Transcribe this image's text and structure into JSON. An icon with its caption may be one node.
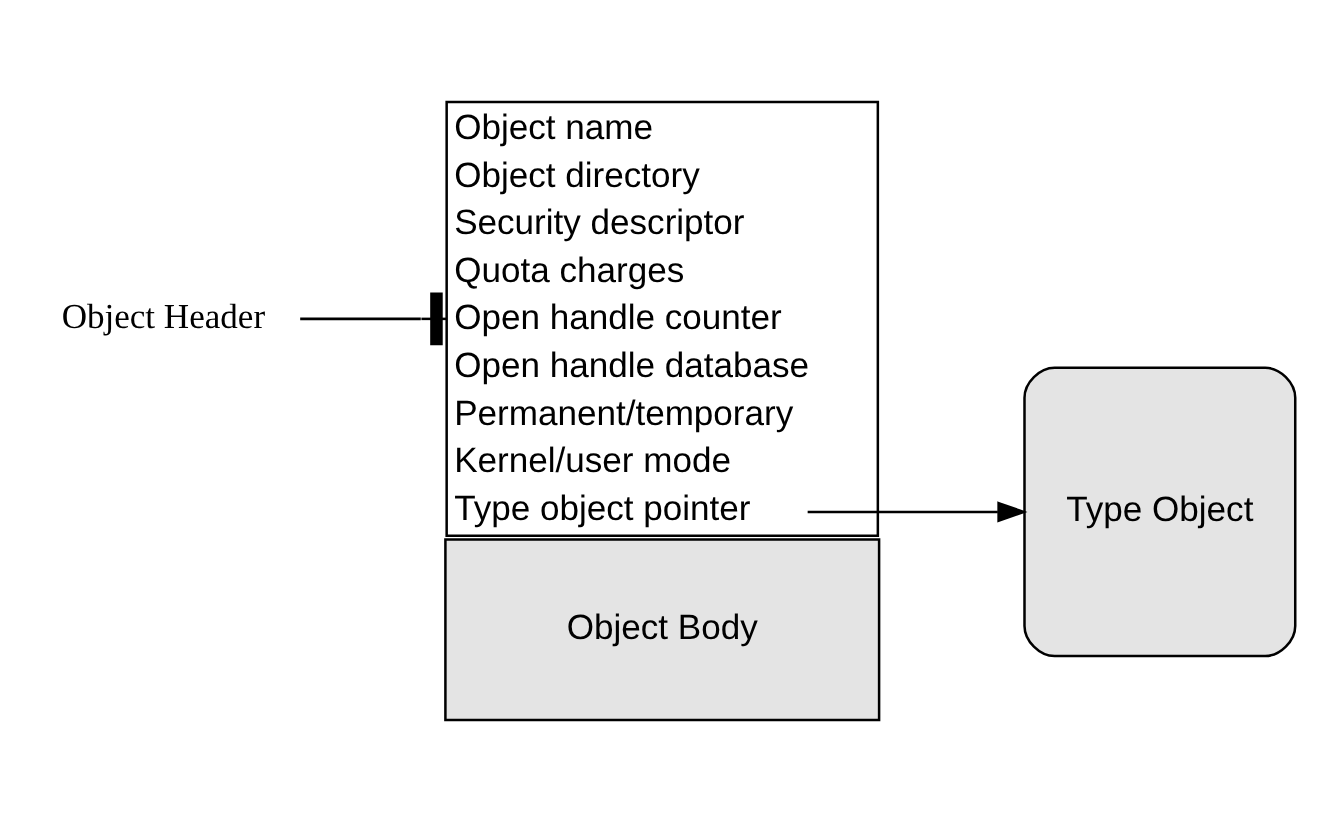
{
  "diagram": {
    "nodes": [
      {
        "text": [
          "Object name",
          "Object directory",
          "Security descriptor",
          "Quota charges",
          "Open handle counter",
          "Open handle database",
          "Permanent/temporary",
          "Kernel/user mode",
          "Type object pointer"
        ]
      },
      {
        "text": [
          "Object Body"
        ]
      },
      {
        "text": [
          "Type Object"
        ]
      }
    ],
    "edges": [
      {
        "from": 0,
        "to": 2,
        "arrow": "to"
      }
    ],
    "labels": [
      "Object Header"
    ]
  }
}
